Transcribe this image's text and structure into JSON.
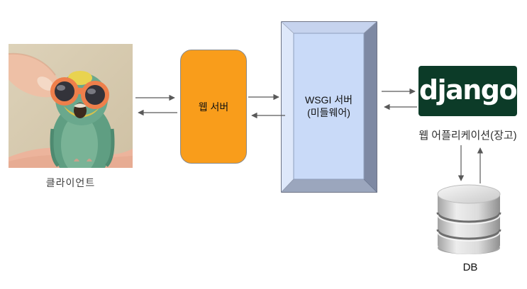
{
  "diagram": {
    "client": {
      "caption": "클라이언트",
      "photo": "budgie-with-sunglasses"
    },
    "web_server": {
      "label": "웹 서버"
    },
    "wsgi_server": {
      "label_line1": "WSGI 서버",
      "label_line2": "(미들웨어)"
    },
    "django": {
      "logo_text": "django",
      "caption": "웹 어플리케이션(장고)"
    },
    "db": {
      "label": "DB"
    },
    "colors": {
      "web_server_fill": "#f99d1b",
      "wsgi_inner_fill": "#c9daf8",
      "wsgi_bevel_light": "#dee8fa",
      "wsgi_bevel_dark": "#7e89a3",
      "django_green": "#0c3b28",
      "arrow": "#595959"
    }
  }
}
